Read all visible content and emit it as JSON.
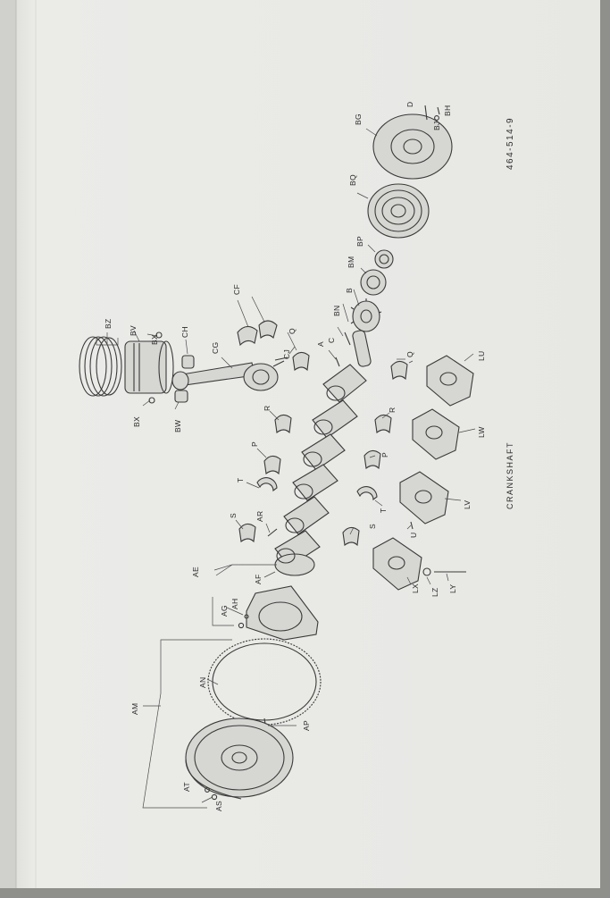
{
  "document": {
    "code": "464-514-9",
    "caption": "CRANKSHAFT"
  },
  "callouts": {
    "BZ": "BZ",
    "BV": "BV",
    "BX_top": "BX",
    "BX_bottom": "BX",
    "BW": "BW",
    "CH": "CH",
    "CG": "CG",
    "CF": "CF",
    "CJ": "CJ",
    "Q_top": "Q",
    "R_top": "R",
    "P_top": "P",
    "T_top": "T",
    "S_top": "S",
    "AR": "AR",
    "AE": "AE",
    "AF": "AF",
    "AG": "AG",
    "AH": "AH",
    "AM": "AM",
    "AN": "AN",
    "AP": "AP",
    "AT": "AT",
    "AS": "AS",
    "A": "A",
    "C": "C",
    "BN": "BN",
    "B": "B",
    "BM": "BM",
    "BP": "BP",
    "BQ": "BQ",
    "BG": "BG",
    "D": "D",
    "BJ": "BJ",
    "BH": "BH",
    "Q_bottom": "Q",
    "LU": "LU",
    "R_bottom": "R",
    "LW": "LW",
    "P_bottom": "P",
    "T_bottom": "T",
    "LV": "LV",
    "U": "U",
    "S_bottom": "S",
    "LX": "LX",
    "LZ": "LZ",
    "LY": "LY"
  },
  "colors": {
    "paper": "#e9e9e6",
    "ink": "#2b2b2b",
    "margin": "#cfcfcb"
  }
}
